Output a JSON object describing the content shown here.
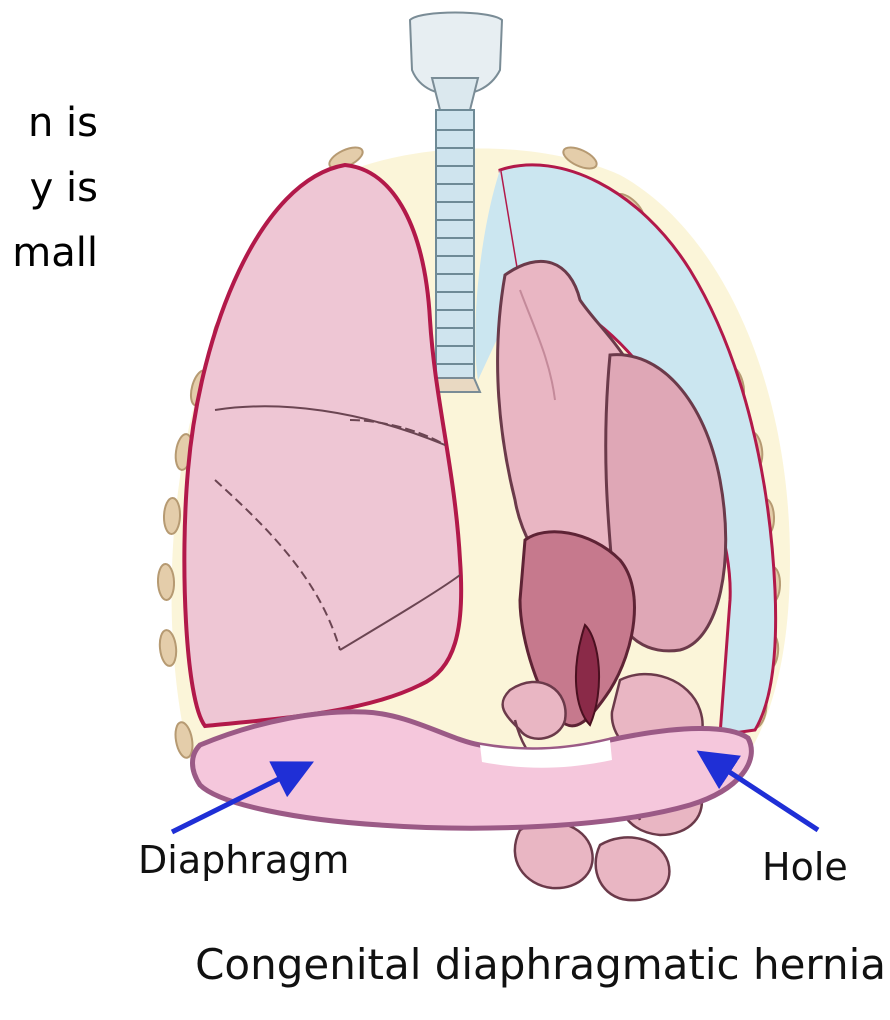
{
  "text_fragments": [
    "n  is",
    "y  is",
    "mall"
  ],
  "labels": {
    "diaphragm": "Diaphragm",
    "hole": "Hole"
  },
  "caption": "Congenital diaphragmatic hernia",
  "colors": {
    "arrow": "#1f2fd6",
    "lung_fill": "#eec6d4",
    "lung_outline": "#b2194a",
    "pleura_blue": "#cbe6f0",
    "chest_cavity": "#fbf5d9",
    "diaphragm_fill": "#f5c7dc",
    "diaphragm_outline": "#9b5a86",
    "rib": "#e4cdaa",
    "trachea": "#cfe4ee",
    "intestine": "#e9b6c3",
    "liver_dark": "#8a2a48"
  }
}
